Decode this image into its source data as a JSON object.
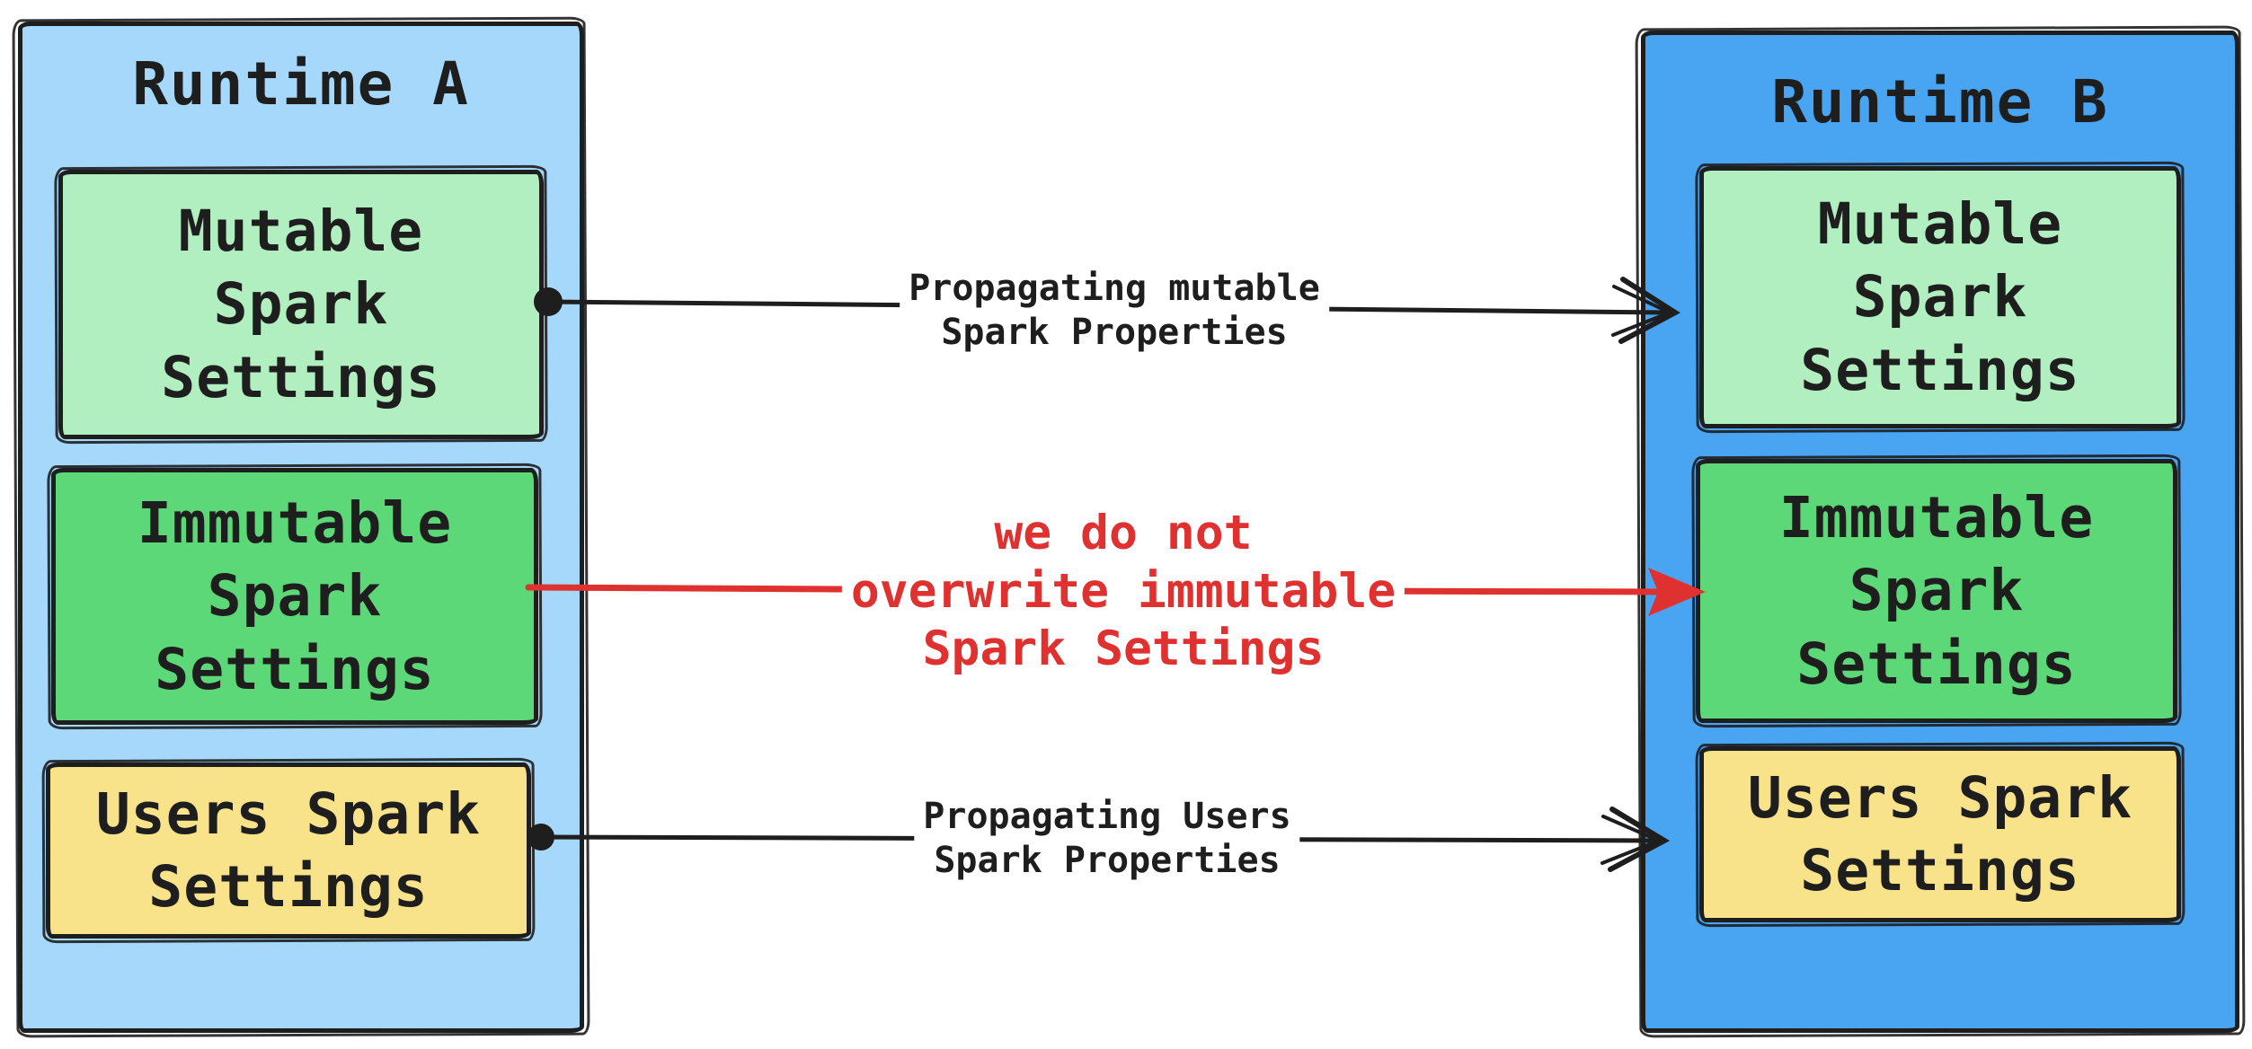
{
  "diagram": {
    "background": "#ffffff",
    "stroke_color": "#1e1e1e",
    "accent_red": "#e03131",
    "runtime_a": {
      "title": "Runtime A",
      "fill": "#a5d8fa",
      "boxes": [
        {
          "id": "mutable",
          "label": "Mutable\nSpark\nSettings",
          "fill": "#b2efc0"
        },
        {
          "id": "immutable",
          "label": "Immutable\nSpark\nSettings",
          "fill": "#5cd878"
        },
        {
          "id": "users",
          "label": "Users Spark\nSettings",
          "fill": "#f9e38a"
        }
      ]
    },
    "runtime_b": {
      "title": "Runtime B",
      "fill": "#49a4f2",
      "boxes": [
        {
          "id": "mutable",
          "label": "Mutable\nSpark\nSettings",
          "fill": "#b2efc0"
        },
        {
          "id": "immutable",
          "label": "Immutable\nSpark\nSettings",
          "fill": "#5cd878"
        },
        {
          "id": "users",
          "label": "Users Spark\nSettings",
          "fill": "#f9e38a"
        }
      ]
    },
    "connectors": [
      {
        "id": "mutable-propagation",
        "label": "Propagating mutable\nSpark Properties",
        "color": "#1e1e1e"
      },
      {
        "id": "immutable-blocked",
        "label": "we do not\noverwrite immutable\nSpark Settings",
        "color": "#e03131"
      },
      {
        "id": "users-propagation",
        "label": "Propagating Users\nSpark Properties",
        "color": "#1e1e1e"
      }
    ]
  }
}
